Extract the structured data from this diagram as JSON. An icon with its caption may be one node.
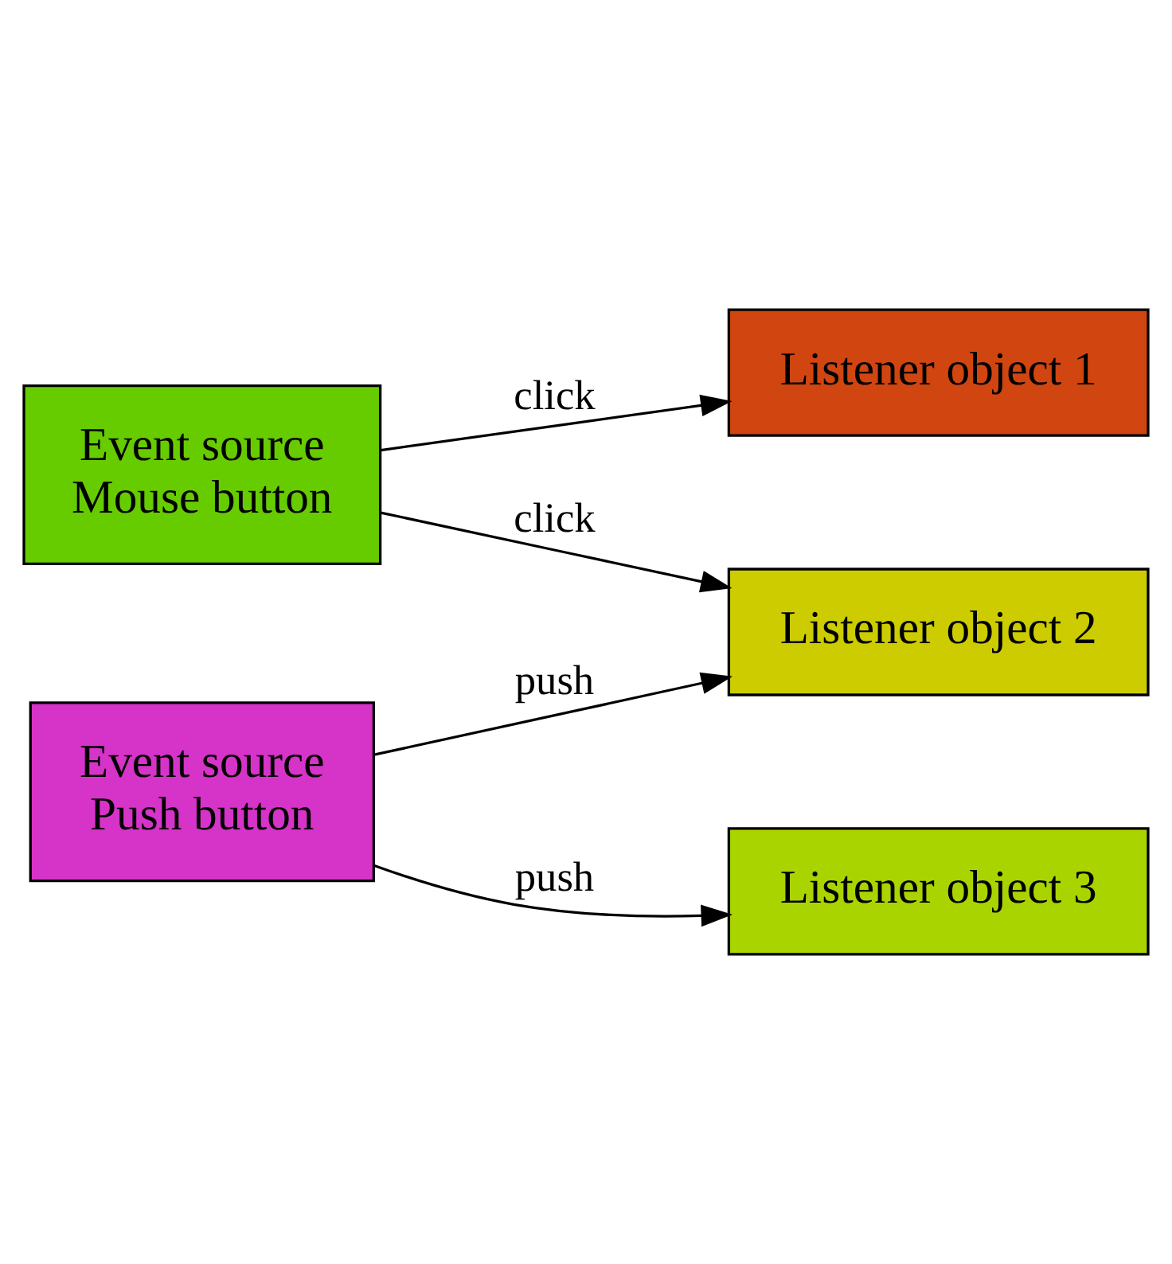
{
  "diagram": {
    "nodes": [
      {
        "text": [
          "Event source",
          "Mouse button"
        ]
      },
      {
        "text": [
          "Listener object 1"
        ]
      },
      {
        "text": [
          "Listener object 2"
        ]
      },
      {
        "text": [
          "Event source",
          "Push button"
        ]
      },
      {
        "text": [
          "Listener object 3"
        ]
      }
    ],
    "edges": [
      {
        "from": 0,
        "to": 1,
        "arrow": "to",
        "label": "click"
      },
      {
        "from": 0,
        "to": 2,
        "arrow": "to",
        "label": "click"
      },
      {
        "from": 3,
        "to": 2,
        "arrow": "to",
        "label": "push"
      },
      {
        "from": 3,
        "to": 4,
        "arrow": "to",
        "label": "push"
      }
    ]
  }
}
